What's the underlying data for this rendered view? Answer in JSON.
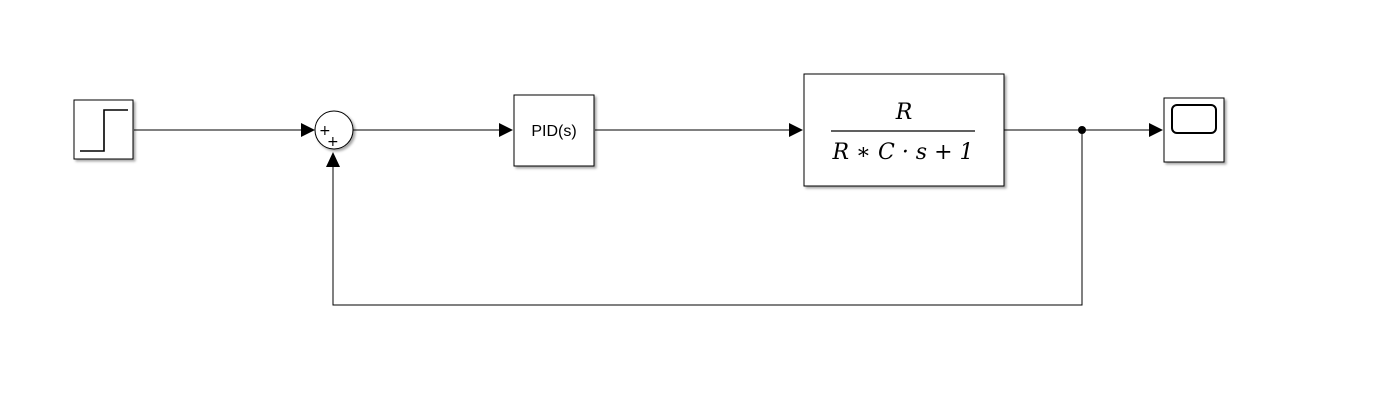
{
  "diagram": {
    "blocks": {
      "step": {
        "icon": "step-icon"
      },
      "sum": {
        "signs": [
          "+",
          "+"
        ]
      },
      "pid": {
        "label": "PID(s)"
      },
      "plant": {
        "numerator": "R",
        "denominator": "R ∗ C · s + 1"
      },
      "scope": {
        "icon": "scope-icon"
      }
    }
  }
}
